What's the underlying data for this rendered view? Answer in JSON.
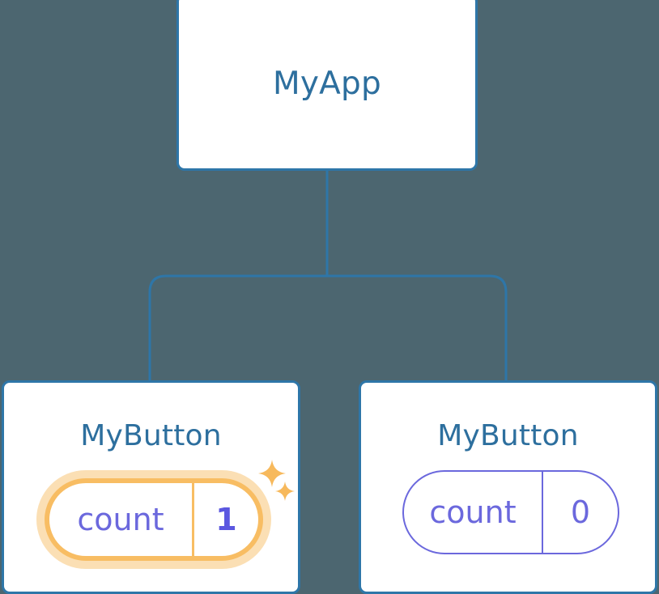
{
  "diagram": {
    "type": "component-tree",
    "background_color": "#4c6670",
    "edge_color": "#2e76a8",
    "node_border_color": "#2e76a8",
    "node_fill_color": "#ffffff",
    "title_color": "#2d6f9e",
    "state_color": "#6b68dd",
    "highlight_color": "#f8bd63",
    "highlight_glow_color": "#fbdfb4"
  },
  "nodes": {
    "root": {
      "label": "MyApp"
    },
    "child_left": {
      "label": "MyButton",
      "state": {
        "key": "count",
        "value": "1",
        "highlighted": true
      },
      "sparkles": [
        {
          "name": "sparkle-large",
          "size": 34
        },
        {
          "name": "sparkle-small",
          "size": 22
        }
      ]
    },
    "child_right": {
      "label": "MyButton",
      "state": {
        "key": "count",
        "value": "0",
        "highlighted": false
      }
    }
  },
  "edges": [
    {
      "from": "root",
      "to": "child_left"
    },
    {
      "from": "root",
      "to": "child_right"
    }
  ]
}
